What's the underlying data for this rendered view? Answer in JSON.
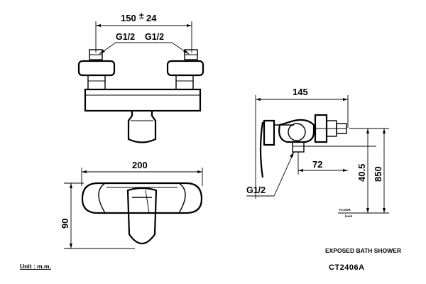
{
  "front_view": {
    "inlet_spacing": "150",
    "inlet_tolerance": "24",
    "inlet_tolerance_symbol": "±",
    "left_thread": "G1/2",
    "right_thread": "G1/2"
  },
  "bottom_view": {
    "width": "200",
    "depth": "90"
  },
  "side_view": {
    "projection": "145",
    "outlet_offset": "72",
    "thread": "G1/2",
    "outlet_height": "40.5",
    "total_height": "850",
    "floor_label": "FLOOR",
    "floor_sub_label": "level"
  },
  "title_block": {
    "product_name": "EXPOSED  BATH SHOWER",
    "model_code": "CT2406A",
    "units": "Unit : m.m."
  }
}
